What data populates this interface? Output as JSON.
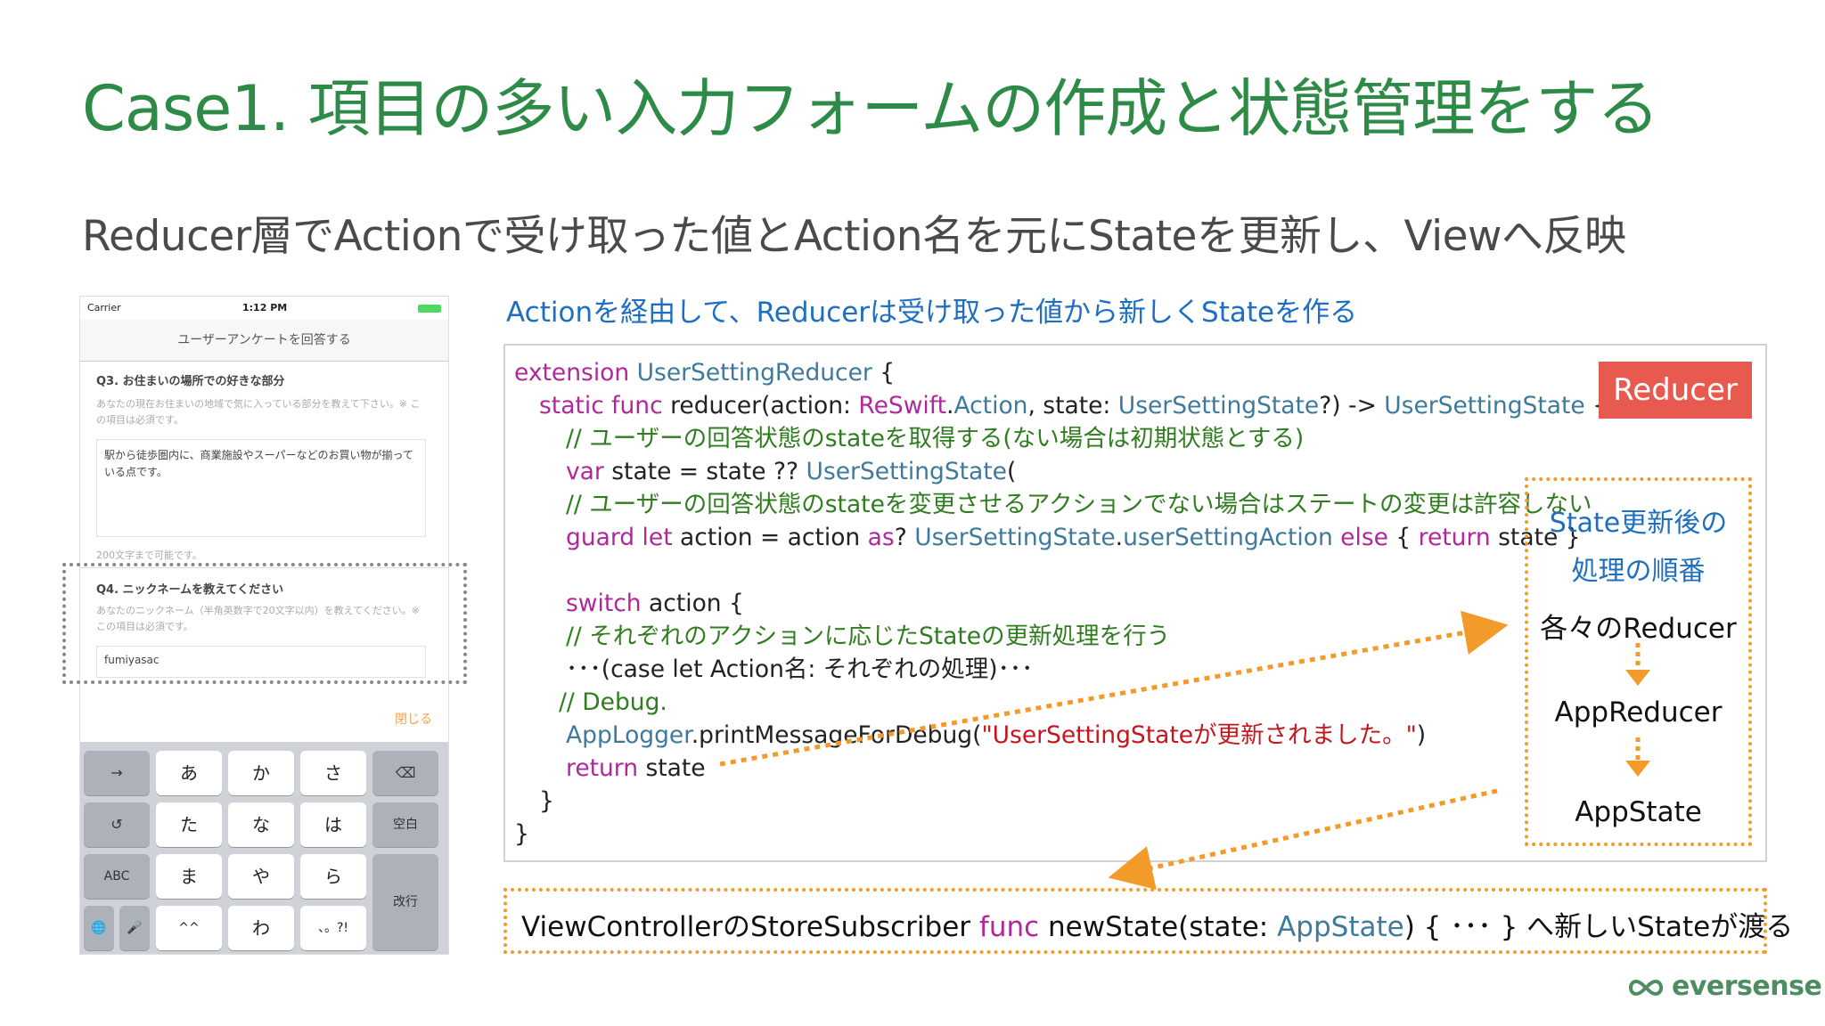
{
  "slide": {
    "title": "Case1. 項目の多い入力フォームの作成と状態管理をする",
    "subtitle": "Reducer層でActionで受け取った値とAction名を元にStateを更新し、Viewへ反映",
    "caption": "Actionを経由して、Reducerは受け取った値から新しくStateを作る"
  },
  "phone": {
    "carrier": "Carrier",
    "time": "1:12 PM",
    "nav_title": "ユーザーアンケートを回答する",
    "q3_title": "Q3. お住まいの場所での好きな部分",
    "q3_help": "あなたの現在お住まいの地域で気に入っている部分を教えて下さい。※ この項目は必須です。",
    "q3_answer": "駅から徒歩圏内に、商業施設やスーパーなどのお買い物が揃っている点です。",
    "q3_note": "200文字まで可能です。",
    "q4_title": "Q4. ニックネームを教えてください",
    "q4_help": "あなたのニックネーム（半角英数字で20文字以内）を教えてください。※ この項目は必須です。",
    "q4_answer": "fumiyasac",
    "close_label": "閉じる",
    "keys": {
      "row1": [
        "→",
        "あ",
        "か",
        "さ",
        "⌫"
      ],
      "row2": [
        "↺",
        "た",
        "な",
        "は",
        "空白"
      ],
      "row3": [
        "ABC",
        "ま",
        "や",
        "ら",
        "改行"
      ],
      "row4": [
        "🌐",
        "🎤",
        "^^",
        "わ",
        "、。?!"
      ]
    }
  },
  "code": {
    "l1_kw": "extension",
    "l1_ty": "UserSettingReducer",
    "l1_rest": " {",
    "l2_kw": "static func",
    "l2_a": " reducer(action: ",
    "l2_ty1": "ReSwift",
    "l2_b": ".",
    "l2_ty2": "Action",
    "l2_c": ", state: ",
    "l2_ty3": "UserSettingState",
    "l2_d": "?) -> ",
    "l2_ty4": "UserSettingState",
    "l2_e": " {",
    "l3": "// ユーザーの回答状態のstateを取得する(ない場合は初期状態とする)",
    "l4_kw": "var",
    "l4_a": " state = state ?? ",
    "l4_ty": "UserSettingState",
    "l4_b": "(",
    "l5": "// ユーザーの回答状態のstateを変更させるアクションでない場合はステートの変更は許容しない",
    "l6_kw1": "guard let",
    "l6_a": " action = action ",
    "l6_kw2": "as",
    "l6_b": "? ",
    "l6_ty1": "UserSettingState",
    "l6_c": ".",
    "l6_ty2": "userSettingAction",
    "l6_kw3": " else",
    "l6_d": " { ",
    "l6_kw4": "return",
    "l6_e": " state }",
    "l7_kw": "switch",
    "l7_a": " action {",
    "l8": "// それぞれのアクションに応じたStateの更新処理を行う",
    "l9": "･･･(case let Action名: それぞれの処理)･･･",
    "l10": "// Debug.",
    "l11_ty1": "AppLogger",
    "l11_a": ".",
    "l11_ty2": "printMessageForDebug",
    "l11_b": "(",
    "l11_st": "\"UserSettingStateが更新されました。\"",
    "l11_c": ")",
    "l12_kw": "return",
    "l12_a": " state",
    "l13": "}",
    "l14": "}"
  },
  "badge": "Reducer",
  "order": {
    "head1": "State更新後の",
    "head2": "処理の順番",
    "item1": "各々のReducer",
    "item2": "AppReducer",
    "item3": "AppState"
  },
  "bottom": {
    "a": "ViewControllerのStoreSubscriber ",
    "kw": "func",
    "b": " newState(state: ",
    "ty": "AppState",
    "c": ") { ･･･ } へ新しいStateが渡る"
  },
  "logo": "eversense",
  "colors": {
    "title_green": "#2e8b47",
    "caption_blue": "#1e6fc0",
    "badge_red": "#e85a4f",
    "arrow_orange": "#f39b2a",
    "keyword_purple": "#b0289a",
    "type_blue": "#3f7a9c",
    "comment_green": "#2f7d1f",
    "string_red": "#c4161c"
  }
}
